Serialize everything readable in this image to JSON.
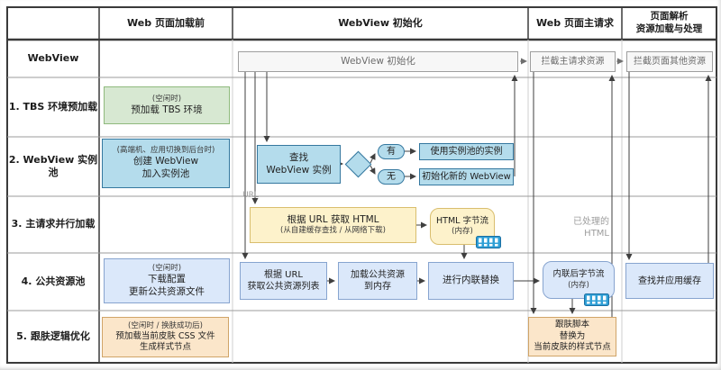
{
  "table": {
    "col_headers": [
      "Web 页面加载前",
      "WebView 初始化",
      "Web 页面主请求",
      "页面解析\n资源加载与处理"
    ],
    "row_headers": [
      "WebView",
      "1. TBS 环境预加载",
      "2. WebView 实例池",
      "3. 主请求并行加载",
      "4. 公共资源池",
      "5. 跟肤逻辑优化"
    ]
  },
  "nodes": {
    "webview_init_bar": {
      "label": "WebView 初始化"
    },
    "intercept_main": {
      "label": "拦截主请求资源"
    },
    "intercept_other": {
      "label": "拦截页面其他资源"
    },
    "tbs_preload": {
      "note": "(空闲时)",
      "label": "预加载 TBS 环境"
    },
    "pool_create": {
      "note": "(高端机、应用切换到后台时)",
      "label": "创建 WebView\n加入实例池"
    },
    "find_instance": {
      "label": "查找\nWebView 实例"
    },
    "use_instance": {
      "label": "使用实例池的实例"
    },
    "init_new_webview": {
      "label": "初始化新的 WebView"
    },
    "fetch_html": {
      "label": "根据 URL 获取 HTML",
      "note": "(从自建缓存查找 / 从网络下载)"
    },
    "html_stream": {
      "label": "HTML 字节流",
      "note": "(内存)"
    },
    "download_config": {
      "note": "(空闲时)",
      "label": "下载配置\n更新公共资源文件"
    },
    "get_resource_list": {
      "label": "根据 URL\n获取公共资源列表"
    },
    "load_resources": {
      "label": "加载公共资源\n到内存"
    },
    "inline_replace": {
      "label": "进行内联替换"
    },
    "inline_stream": {
      "label": "内联后字节流",
      "note": "(内存)"
    },
    "find_apply_cache": {
      "label": "查找并应用缓存"
    },
    "skin_preload": {
      "note": "(空闲时 / 换肤成功后)",
      "label": "预加载当前皮肤 CSS 文件\n生成样式节点"
    },
    "skin_script": {
      "label": "跟肤脚本\n替换为\n当前皮肤的样式节点"
    }
  },
  "branch": {
    "yes": "有",
    "no": "无"
  },
  "edge_labels": {
    "url": "URL",
    "processed_html": "已处理的\nHTML"
  },
  "colors": {
    "cyan_fill": "#b4dcec",
    "cyan_border": "#35789f",
    "lightblue_fill": "#dbe8fa",
    "lightblue_border": "#87a4cf",
    "green_fill": "#d7e8d2",
    "green_border": "#8fba7d",
    "yellow_fill": "#fdf2cb",
    "yellow_border": "#d9be6e",
    "tan_fill": "#fbe6ca",
    "tan_border": "#d0a468",
    "gray_fill": "#f7f7f7",
    "gray_border": "#9e9e9e",
    "connector": "#3f3f3f",
    "grid_light": "#cfcfcf",
    "grid_dark": "#3a3a3a",
    "memory_icon_fill": "#2f9fd6"
  }
}
